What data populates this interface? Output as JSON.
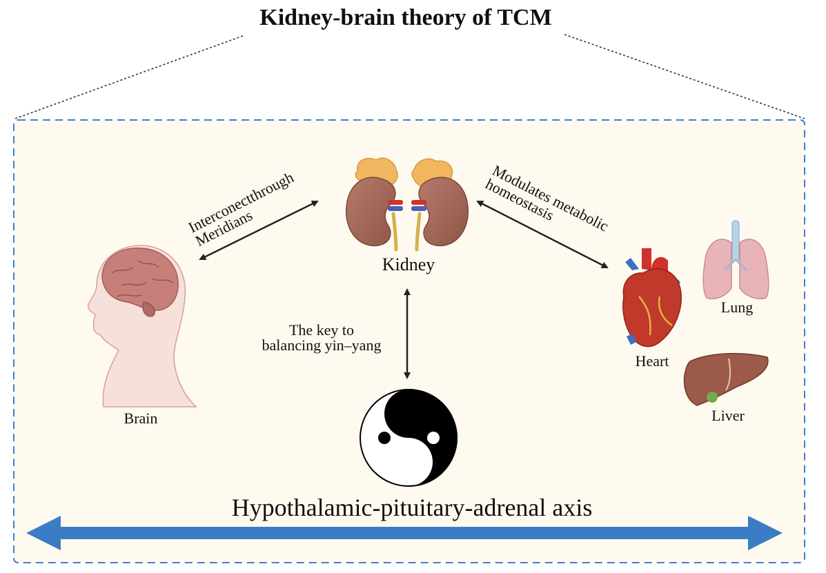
{
  "title": "Kidney-brain theory of TCM",
  "labels": {
    "kidney": "Kidney",
    "brain": "Brain",
    "heart": "Heart",
    "lung": "Lung",
    "liver": "Liver"
  },
  "relations": {
    "brain_kidney_line1": "Interconectthrough",
    "brain_kidney_line2": "Meridians",
    "kidney_heart_line1": "Modulates metabolic",
    "kidney_heart_line2": "homeostasis",
    "kidney_yinyang_line1": "The key to",
    "kidney_yinyang_line2": "balancing yin–yang"
  },
  "axis": "Hypothalamic-pituitary-adrenal axis",
  "colors": {
    "frame_bg": "#fffaf0",
    "frame_border": "#3b7fd0",
    "axis_arrow": "#3b7dc4",
    "kidney": "#a0685a",
    "adrenal": "#f1b760",
    "brain": "#c77f7a",
    "skin": "#f6e0da",
    "heart": "#c0392b",
    "lung": "#e8b4b8",
    "liver": "#9c5a4a"
  },
  "icons": [
    "kidney-icon",
    "brain-head-icon",
    "heart-icon",
    "lung-icon",
    "liver-icon",
    "yin-yang-icon"
  ]
}
